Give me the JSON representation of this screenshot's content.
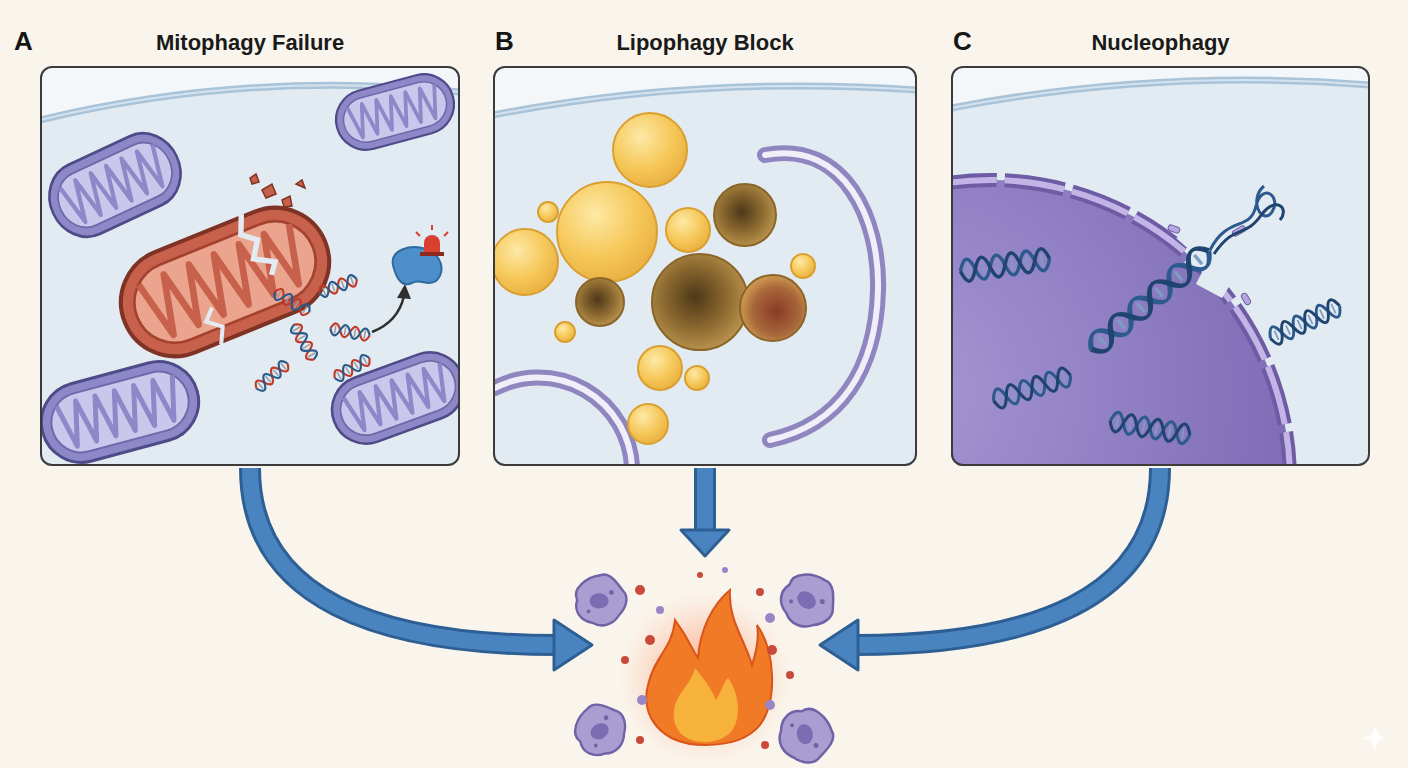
{
  "diagram": {
    "nodes": [
      {
        "text": [
          "A",
          "Mitophagy Failure"
        ]
      },
      {
        "text": [
          "B",
          "Lipophagy Block"
        ]
      },
      {
        "text": [
          "C",
          "Nucleophagy"
        ]
      }
    ]
  }
}
